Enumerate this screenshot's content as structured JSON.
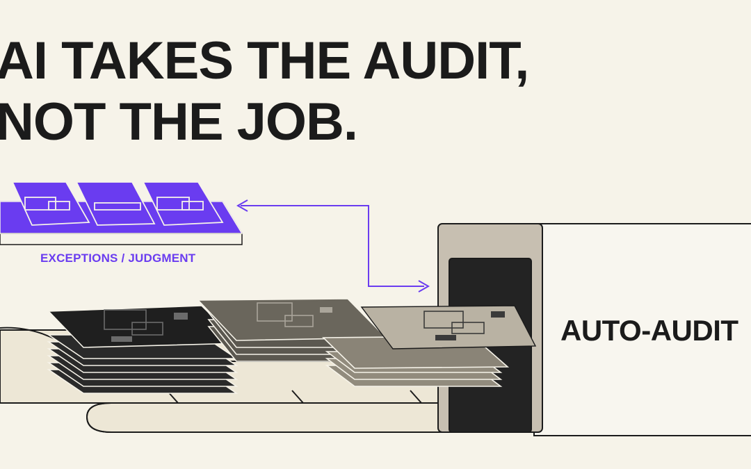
{
  "headline": {
    "line1": "AI TAKES THE AUDIT,",
    "line2": "NOT THE JOB."
  },
  "exceptions_tray": {
    "label": "EXCEPTIONS / JUDGMENT",
    "document_count": 3,
    "icon": "document-icon"
  },
  "machine": {
    "label": "AUTO-AUDIT"
  },
  "conveyor": {
    "icon": "conveyor-belt-icon"
  },
  "colors": {
    "background": "#f6f3e9",
    "ink": "#1b1b1b",
    "accent": "#6a3cf0",
    "machine_grey": "#c7bfb1",
    "machine_face": "#f8f6ef"
  }
}
